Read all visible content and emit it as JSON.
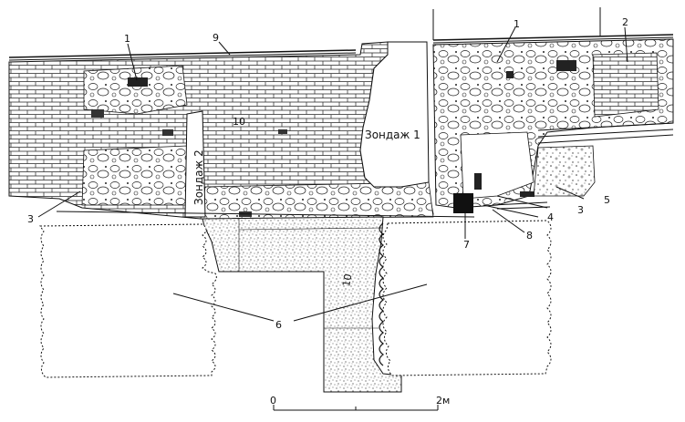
{
  "labels": {
    "n1a": "1",
    "n1b": "1",
    "n2": "2",
    "n3a": "3",
    "n3b": "3",
    "n4": "4",
    "n5": "5",
    "n6": "6",
    "n7": "7",
    "n8": "8",
    "n9": "9",
    "n10": "10",
    "n10b": "10",
    "sonde1": "Зондаж 1",
    "sonde2": "Зондаж 2"
  },
  "scale": {
    "zero": "0",
    "end": "2м"
  }
}
